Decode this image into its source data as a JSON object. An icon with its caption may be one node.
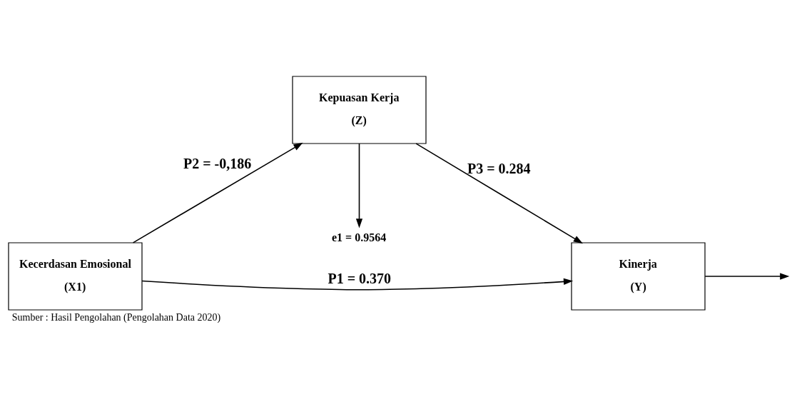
{
  "diagram": {
    "caption": "Sumber : Hasil Pengolahan (Pengolahan Data 2020)",
    "nodes": [
      {
        "text": [
          "Kepuasan Kerja",
          "(Z)"
        ]
      },
      {
        "text": [
          "e1 = 0.9564"
        ]
      },
      {
        "text": [
          "Kecerdasan Emosional",
          "(X1)"
        ]
      },
      {
        "text": [
          "Kinerja",
          "(Y)"
        ]
      }
    ],
    "edges": [
      {
        "from": 0,
        "to": 1,
        "arrow": "to"
      },
      {
        "from": 2,
        "to": 0,
        "arrow": "to",
        "label": "P2 = -0,186"
      },
      {
        "from": 0,
        "to": 3,
        "arrow": "to",
        "label": "P3 = 0.284"
      },
      {
        "from": 2,
        "to": 3,
        "arrow": "to",
        "label": "P1 = 0.370"
      },
      {
        "from": 3,
        "to": null,
        "arrow": "to"
      }
    ]
  }
}
